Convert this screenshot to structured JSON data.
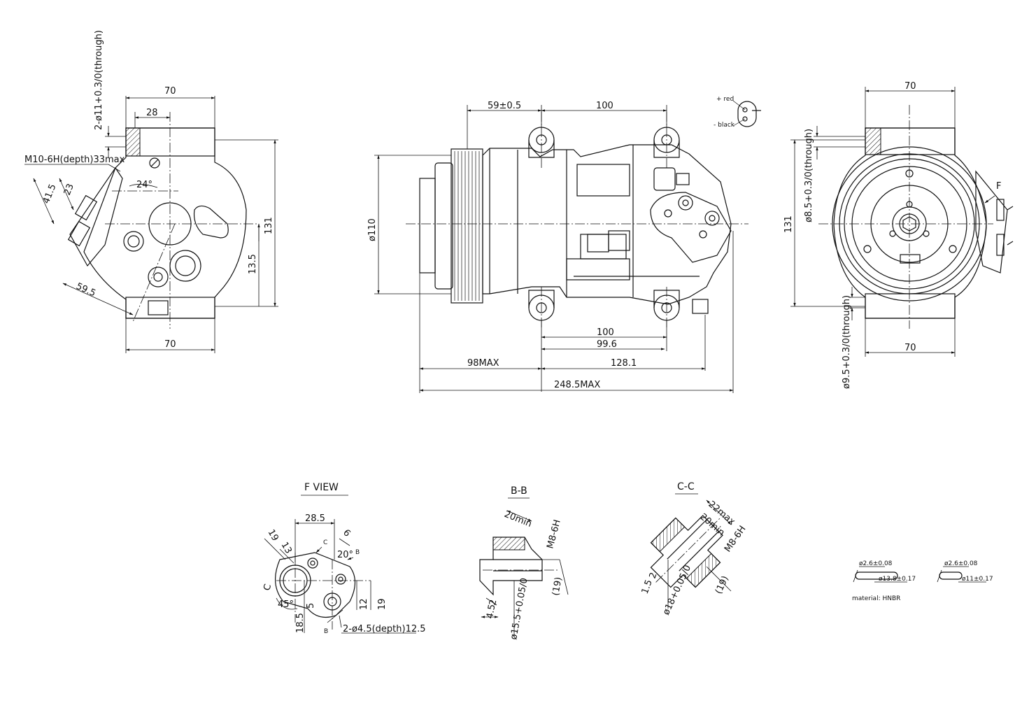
{
  "left_view": {
    "dim_top_70": "70",
    "dim_28": "28",
    "hole_note": "2-ø11+0.3/0(through)",
    "thread_note": "M10-6H(depth)33max",
    "dim_41_5": "41.5",
    "dim_23": "23",
    "angle_24": "24°",
    "dim_131": "131",
    "dim_13_5": "13.5",
    "dim_59_5": "59.5",
    "dim_bottom_70": "70"
  },
  "front_view": {
    "dim_59": "59±0.5",
    "dim_100_top": "100",
    "dim_110": "ø110",
    "dim_100_bottom": "100",
    "dim_99_6": "99.6",
    "dim_98": "98MAX",
    "dim_128": "128.1",
    "dim_248": "248.5MAX",
    "label_red": "+ red",
    "label_black": "- black"
  },
  "right_view": {
    "dim_top_70": "70",
    "dim_bottom_70": "70",
    "dim_131": "131",
    "hole_top_note": "ø8.5+0.3/0(through)",
    "hole_bottom_note": "ø9.5+0.3/0(through)",
    "label_f": "F"
  },
  "f_view": {
    "title": "F VIEW",
    "dim_28_5": "28.5",
    "dim_19": "19",
    "dim_13": "13",
    "dim_6": "6",
    "dim_20": "20°",
    "label_c_top": "C",
    "label_b_top": "B",
    "label_c_left": "C",
    "dim_45": "45°",
    "dim_5": "5",
    "dim_12": "12",
    "dim_19_r": "19",
    "dim_18_5": "18.5",
    "label_b_bottom": "B",
    "hole_note": "2-ø4.5(depth)12.5"
  },
  "section_b": {
    "title": "B-B",
    "dim_20min": "20min",
    "thread": "M8-6H",
    "dim_19": "(19)",
    "dim_2": "2",
    "dim_4_5": "4.5",
    "dia": "ø15.5+0.05/0"
  },
  "section_c": {
    "title": "C-C",
    "dim_22max": "22max",
    "dim_20min": "20min",
    "thread": "M8-6H",
    "dim_19": "(19)",
    "dim_2": "2",
    "dim_1_5": "1.5",
    "dia": "ø18+0.05/0"
  },
  "orings": {
    "ring1_cs": "ø2.6±0.08",
    "ring1_id": "ø13.8±0.17",
    "ring2_cs": "ø2.6±0.08",
    "ring2_id": "ø11±0.17",
    "material": "material: HNBR"
  }
}
